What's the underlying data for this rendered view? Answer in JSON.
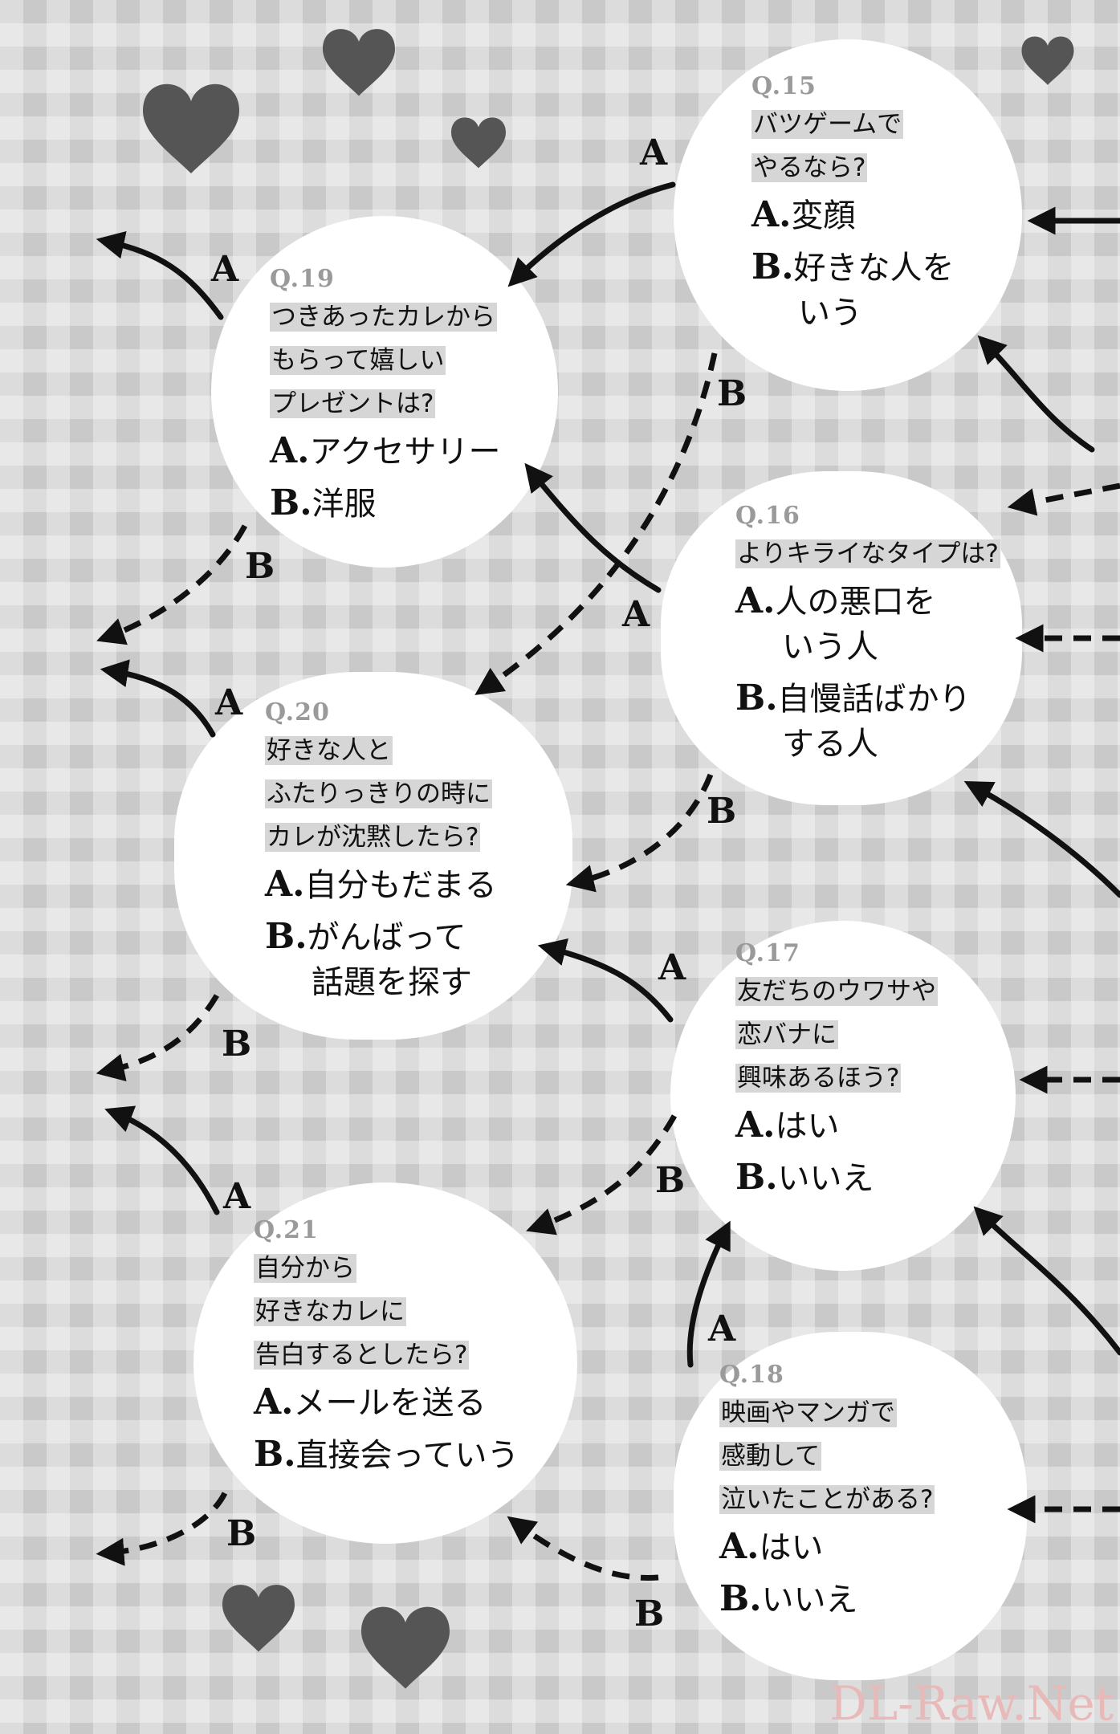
{
  "questions": {
    "q15": {
      "num": "Q.15",
      "lines": [
        "バツゲームで",
        "やるなら?"
      ],
      "a": "変顔",
      "b": [
        "好きな人を",
        "いう"
      ]
    },
    "q16": {
      "num": "Q.16",
      "lines": [
        "よりキライなタイプは?"
      ],
      "a": [
        "人の悪口を",
        "いう人"
      ],
      "b": [
        "自慢話ばかり",
        "する人"
      ]
    },
    "q17": {
      "num": "Q.17",
      "lines": [
        "友だちのウワサや",
        "恋バナに",
        "興味あるほう?"
      ],
      "a": "はい",
      "b": "いいえ"
    },
    "q18": {
      "num": "Q.18",
      "lines": [
        "映画やマンガで",
        "感動して",
        "泣いたことがある?"
      ],
      "a": "はい",
      "b": "いいえ"
    },
    "q19": {
      "num": "Q.19",
      "lines": [
        "つきあったカレから",
        "もらって嬉しい",
        "プレゼントは?"
      ],
      "a": "アクセサリー",
      "b": "洋服"
    },
    "q20": {
      "num": "Q.20",
      "lines": [
        "好きな人と",
        "ふたりっきりの時に",
        "カレが沈黙したら?"
      ],
      "a": "自分もだまる",
      "b": [
        "がんばって",
        "話題を探す"
      ]
    },
    "q21": {
      "num": "Q.21",
      "lines": [
        "自分から",
        "好きなカレに",
        "告白するとしたら?"
      ],
      "a": "メールを送る",
      "b": "直接会っていう"
    }
  },
  "answer_keys": {
    "a": "A.",
    "b": "B."
  },
  "arrow_labels": {
    "a": "A",
    "b": "B"
  },
  "watermark": "DL-Raw.Net"
}
